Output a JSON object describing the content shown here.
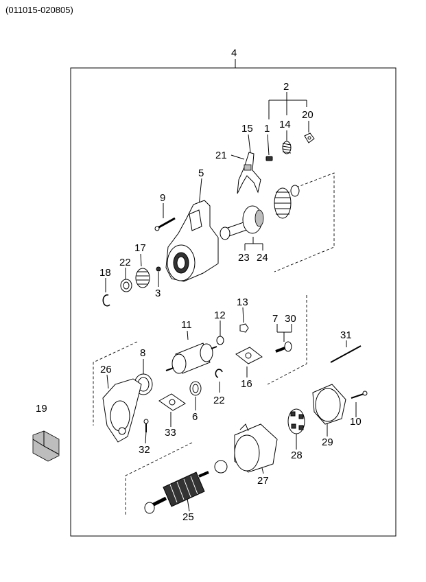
{
  "header": {
    "code": "(011015-020805)"
  },
  "labels": {
    "l1": "1",
    "l2": "2",
    "l3": "3",
    "l4": "4",
    "l5": "5",
    "l6": "6",
    "l7": "7",
    "l8": "8",
    "l9": "9",
    "l10": "10",
    "l11": "11",
    "l12": "12",
    "l13": "13",
    "l14": "14",
    "l15": "15",
    "l16": "16",
    "l17": "17",
    "l18": "18",
    "l19": "19",
    "l20": "20",
    "l21": "21",
    "l22a": "22",
    "l22b": "22",
    "l23": "23",
    "l24": "24",
    "l25": "25",
    "l26": "26",
    "l27": "27",
    "l28": "28",
    "l29": "29",
    "l30": "30",
    "l31": "31",
    "l32": "32",
    "l33": "33"
  }
}
